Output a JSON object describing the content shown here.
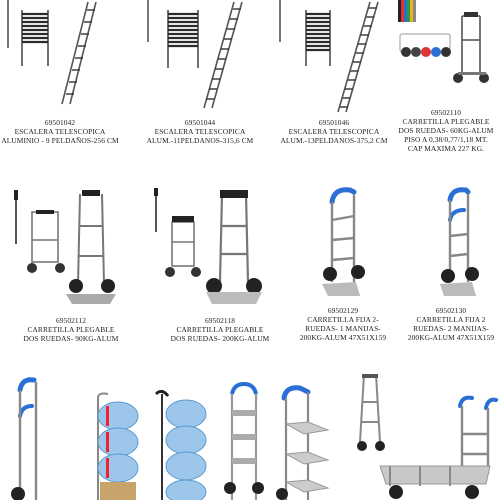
{
  "products": [
    {
      "code": "69501042",
      "lines": [
        "ESCALERA TELESCOPICA",
        "ALUMINIO - 9 PELDAÑOS-256 CM"
      ],
      "image": "telescopic-ladder-9-steps"
    },
    {
      "code": "69501044",
      "lines": [
        "ESCALERA TELESCOPICA",
        "ALUM.-11PELDANOS-315,6 CM"
      ],
      "image": "telescopic-ladder-11-steps"
    },
    {
      "code": "69501046",
      "lines": [
        "ESCALERA TELESCOPICA",
        "ALUM.-13PELDANOS-375,2 CM"
      ],
      "image": "telescopic-ladder-13-steps"
    },
    {
      "code": "69502110",
      "lines": [
        "CARRETILLA PLEGABLE",
        "DOS RUEDAS- 60KG-ALUM",
        "PISO A 0,38/0,77/1,18 MT.",
        "CAP MAXIMA 227 KG."
      ],
      "image": "folding-hand-truck-60kg"
    },
    {
      "code": "69502112",
      "lines": [
        "CARRETILLA PLEGABLE",
        "DOS RUEDAS- 90KG-ALUM"
      ],
      "image": "folding-hand-truck-90kg"
    },
    {
      "code": "69502118",
      "lines": [
        "CARRETILLA PLEGABLE",
        "DOS RUEDAS- 200KG-ALUM"
      ],
      "image": "folding-hand-truck-200kg"
    },
    {
      "code": "69502129",
      "lines": [
        "CARRETILLA FIJA 2-",
        "RUEDAS- 1 MANIJAS-",
        "200KG-ALUM   47X51X159"
      ],
      "image": "fixed-hand-truck-1-handle"
    },
    {
      "code": "69502130",
      "lines": [
        "CARRETILLA FIJA 2",
        "RUEDAS- 2 MANIJAS-",
        "200KG-ALUM   47X51X159"
      ],
      "image": "fixed-hand-truck-2-handles"
    }
  ],
  "bottom_row": [
    {
      "image": "hand-truck-blue-handles"
    },
    {
      "image": "water-jug-hand-truck"
    },
    {
      "image": "water-jug-hand-truck-tall"
    },
    {
      "image": "shelf-hand-truck"
    },
    {
      "image": "multi-shelf-hand-truck"
    },
    {
      "image": "convertible-hand-truck-small"
    },
    {
      "image": "convertible-hand-truck-large"
    }
  ]
}
